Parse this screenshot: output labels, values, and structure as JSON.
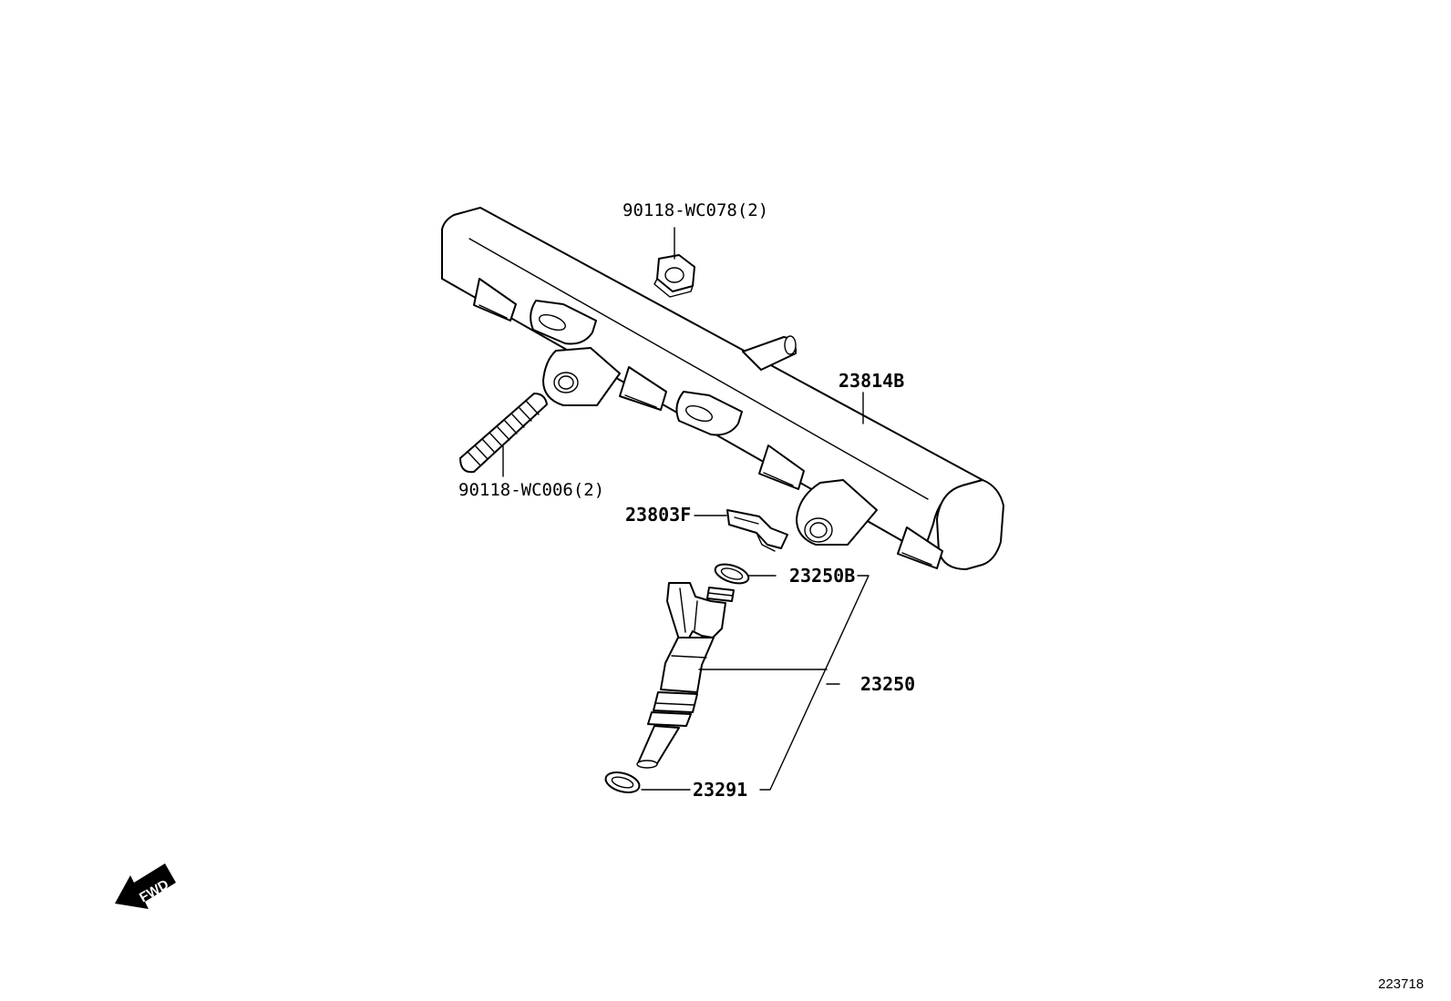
{
  "labels": {
    "nut": "90118-WC078(2)",
    "stud": "90118-WC006(2)",
    "rail": "23814B",
    "clip": "23803F",
    "oring_upper": "23250B",
    "injector": "23250",
    "oring_lower": "23291"
  },
  "fwd_text": "FWD",
  "figure_number": "223718"
}
